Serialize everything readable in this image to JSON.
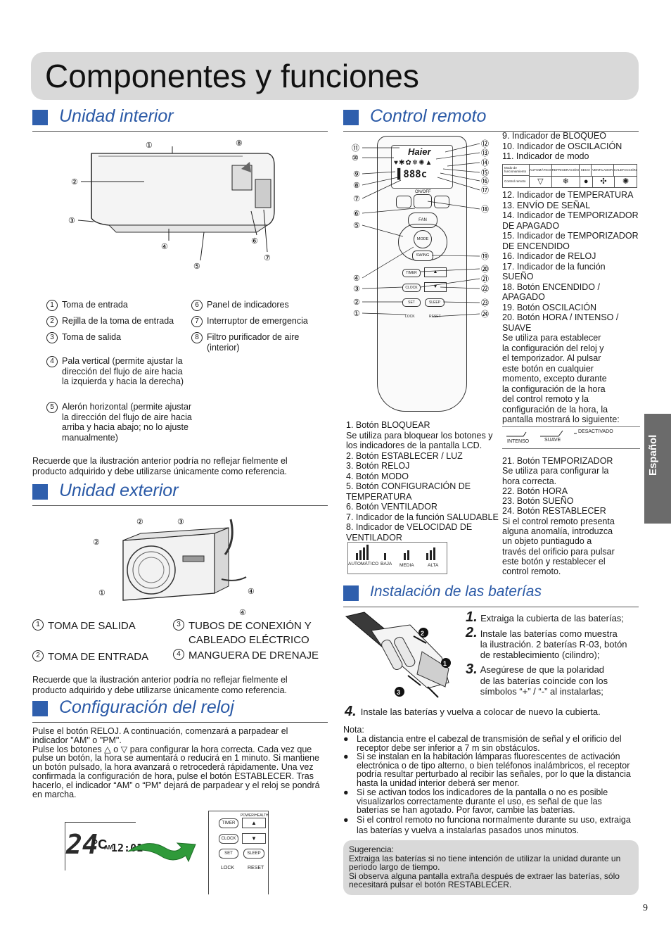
{
  "page_title": "Componentes y funciones",
  "page_number": "9",
  "side_tab": "Español",
  "sections": {
    "indoor": "Unidad interior",
    "outdoor": "Unidad exterior",
    "clock": "Configuración del reloj",
    "remote": "Control remoto",
    "batteries": "Instalación de las baterías"
  },
  "indoor_items": [
    {
      "n": "1",
      "text": "Toma de entrada"
    },
    {
      "n": "2",
      "text": "Rejilla de la toma de entrada"
    },
    {
      "n": "3",
      "text": "Toma de salida"
    },
    {
      "n": "4",
      "text": "Pala vertical (permite ajustar la\ndirección del flujo de aire hacia\nla izquierda y hacia la derecha)"
    },
    {
      "n": "5",
      "text": "Alerón horizontal (permite ajustar\nla dirección del flujo de aire hacia\narriba y hacia abajo; no lo ajuste\nmanualmente)"
    },
    {
      "n": "6",
      "text": "Panel de indicadores"
    },
    {
      "n": "7",
      "text": "Interruptor de emergencia"
    },
    {
      "n": "8",
      "text": "Filtro purificador de aire\n(interior)"
    }
  ],
  "indoor_note": "Recuerde que la ilustración anterior podría no reflejar fielmente el\nproducto adquirido y debe utilizarse únicamente como referencia.",
  "outdoor_items": [
    {
      "n": "1",
      "text": "TOMA DE SALIDA"
    },
    {
      "n": "2",
      "text": "TOMA DE ENTRADA"
    },
    {
      "n": "3",
      "text": "TUBOS DE CONEXIÓN Y\nCABLEADO ELÉCTRICO"
    },
    {
      "n": "4",
      "text": "MANGUERA DE DRENAJE"
    }
  ],
  "outdoor_note": "Recuerde que la ilustración anterior podría no reflejar fielmente el\nproducto adquirido y debe utilizarse únicamente como referencia.",
  "clock_text": "Pulse el botón RELOJ. A continuación, comenzará a parpadear el\nindicador \"AM\" o \"PM\".\nPulse los botones △ o ▽ para configurar la hora correcta. Cada vez que\npulse un botón, la hora se aumentará o reducirá en 1 minuto. Si mantiene\nun botón pulsado, la hora avanzará o retrocederá rápidamente. Una vez\nconfirmada la configuración de hora, pulse el botón ESTABLECER. Tras\nhacerlo, el indicador “AM” o “PM” dejará de parpadear y el reloj se pondrá\nen marcha.",
  "clock_display": {
    "temp": "24",
    "unit": "°C",
    "ampm": "AM",
    "time": "12:01"
  },
  "mini_remote": {
    "timer": "TIMER",
    "clock": "CLOCK",
    "set": "SET",
    "sleep": "SLEEP",
    "lock": "LOCK",
    "reset": "RESET",
    "power": "POWER/HEALTH"
  },
  "remote_labels": {
    "brand": "Haier",
    "onoff": "ON/OFF",
    "fan": "FAN",
    "mode": "MODE",
    "swing": "SWING",
    "timer": "TIMER",
    "clock": "CLOCK",
    "set": "SET",
    "sleep": "SLEEP",
    "lock": "LOCK",
    "reset": "RESET"
  },
  "remote_list_left": [
    "1. Botón BLOQUEAR",
    "    Se utiliza para bloquear los botones y\n    los indicadores de la pantalla LCD.",
    "2. Botón ESTABLECER / LUZ",
    "3. Botón RELOJ",
    "4. Botón MODO",
    "5. Botón CONFIGURACIÓN DE\n    TEMPERATURA",
    "6. Botón VENTILADOR",
    "7. Indicador de la función SALUDABLE",
    "8. Indicador de VELOCIDAD DE\n    VENTILADOR"
  ],
  "fan_speeds": [
    "AUTOMÁTICO",
    "BAJA",
    "MEDIA",
    "ALTA"
  ],
  "remote_list_right_a": [
    "9. Indicador de BLOQUEO",
    "10. Indicador de OSCILACIÓN",
    "11. Indicador de modo"
  ],
  "mode_table": {
    "row1_header": "Modo de funcionamiento",
    "row2_header": "Control remoto",
    "modes": [
      "AUTOMÁTICO",
      "REFRIGERACIÓN",
      "SECO",
      "VENTILADOR",
      "CALEFACCIÓN"
    ]
  },
  "remote_list_right_b": [
    "12. Indicador de TEMPERATURA",
    "13. ENVÍO DE SEÑAL",
    "14. Indicador de TEMPORIZADOR\n      DE APAGADO",
    "15. Indicador de TEMPORIZADOR\n      DE ENCENDIDO",
    "16. Indicador de RELOJ",
    "17. Indicador de la función\n      SUEÑO",
    "18. Botón ENCENDIDO /\n      APAGADO",
    "19. Botón OSCILACIÓN",
    "20. Botón HORA / INTENSO /\n      SUAVE",
    "      Se utiliza para establecer\n      la configuración del reloj y\n      el temporizador. Al pulsar\n      este botón en cualquier\n      momento, excepto durante\n      la configuración de la hora\n      del control remoto y la\n      configuración de la hora, la\n      pantalla mostrará lo siguiente:"
  ],
  "intensity": [
    "INTENSO",
    "SUAVE",
    "DESACTIVADO"
  ],
  "remote_list_right_c": [
    "21. Botón TEMPORIZADOR",
    "      Se utiliza para configurar la\n      hora correcta.",
    "22. Botón HORA",
    "23. Botón SUEÑO",
    "24. Botón RESTABLECER",
    "      Si el control remoto presenta\n      alguna anomalía, introduzca\n      un objeto puntiagudo a\n      través del orificio para pulsar\n      este botón y restablecer el\n      control remoto."
  ],
  "battery_steps": [
    {
      "n": "1.",
      "text": "Extraiga la cubierta de las baterías;"
    },
    {
      "n": "2.",
      "text": "Instale las baterías como muestra\nla ilustración. 2 baterías R-03, botón\nde restablecimiento (cilindro);"
    },
    {
      "n": "3.",
      "text": "Asegúrese de que la polaridad\nde las baterías coincide con los\nsímbolos “+” / “-” al instalarlas;"
    },
    {
      "n": "4.",
      "text": "Instale las baterías y vuelva a colocar de nuevo la cubierta."
    }
  ],
  "note_title": "Nota:",
  "notes": [
    "La distancia entre el cabezal de transmisión de señal y el orificio del\nreceptor debe ser inferior a 7 m sin obstáculos.",
    "Si se instalan en la habitación lámparas fluorescentes de activación\nelectrónica o de tipo alterno, o bien teléfonos inalámbricos, el receptor\npodría resultar perturbado al recibir las señales, por lo que la distancia\nhasta la unidad interior deberá ser menor.",
    "Si se activan todos los indicadores de la pantalla o no es posible\nvisualizarlos correctamente durante el uso, es señal de que las\nbaterías se han agotado. Por favor, cambie las baterías.",
    "Si el control remoto no funciona normalmente durante su uso, extraiga\nlas baterías y vuelva a instalarlas pasados unos minutos."
  ],
  "tip": "Sugerencia:\nExtraiga las baterías si no tiene intención de utilizar la unidad durante un\nperiodo largo de tiempo.\nSi observa alguna pantalla extraña después de extraer las baterías, sólo\nnecesitará pulsar el botón RESTABLECER."
}
